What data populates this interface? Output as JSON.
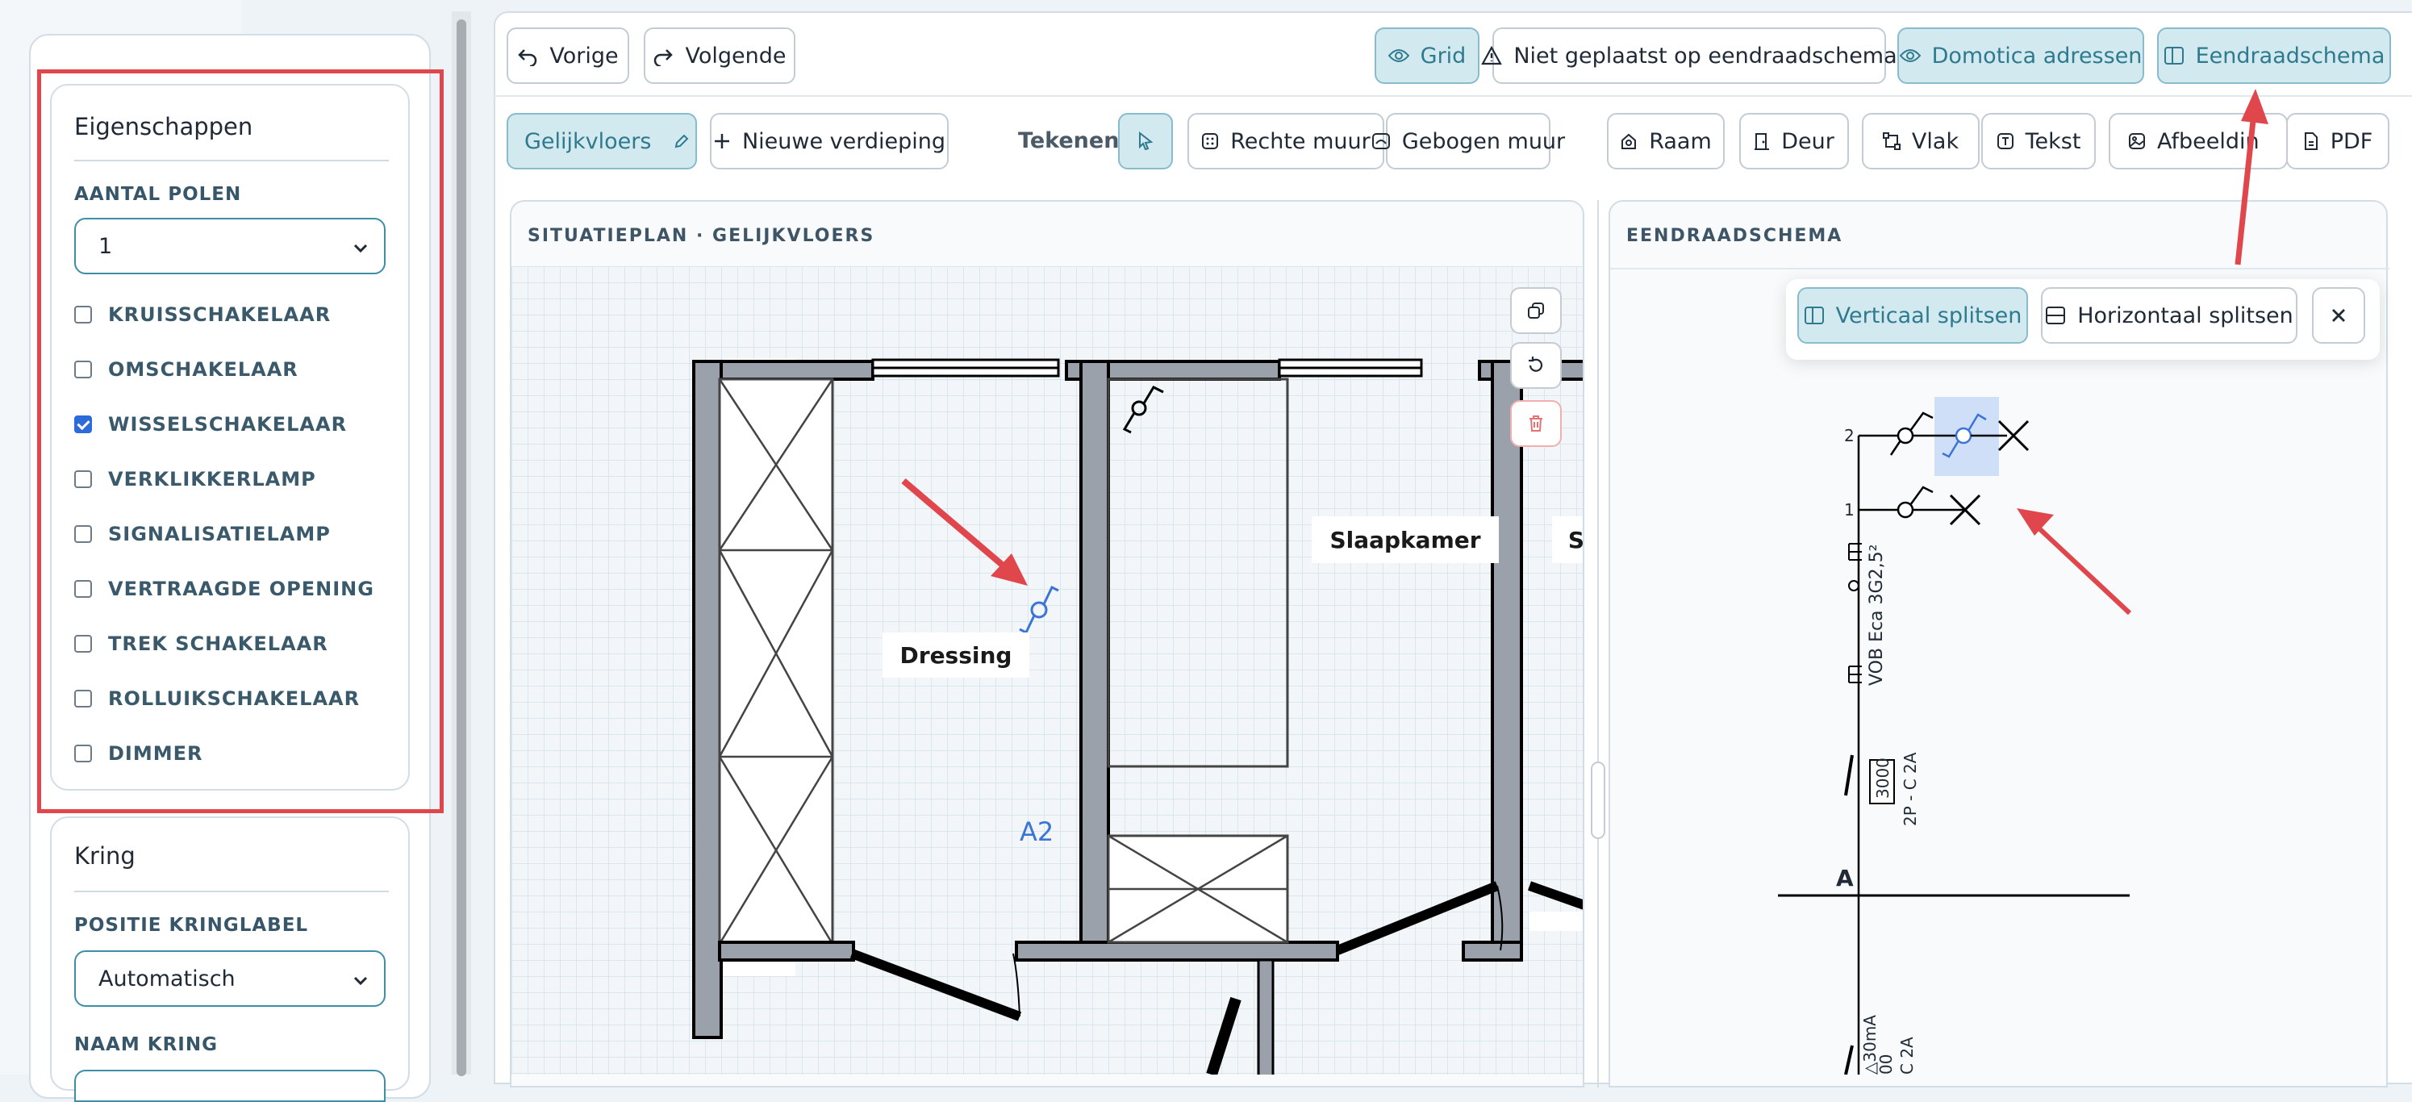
{
  "sidebar": {
    "properties": {
      "title": "Eigenschappen",
      "poles_label": "AANTAL POLEN",
      "poles_value": "1",
      "checkboxes": [
        {
          "label": "KRUISSCHAKELAAR",
          "checked": false
        },
        {
          "label": "OMSCHAKELAAR",
          "checked": false
        },
        {
          "label": "WISSELSCHAKELAAR",
          "checked": true
        },
        {
          "label": "VERKLIKKERLAMP",
          "checked": false
        },
        {
          "label": "SIGNALISATIELAMP",
          "checked": false
        },
        {
          "label": "VERTRAAGDE OPENING",
          "checked": false
        },
        {
          "label": "TREK SCHAKELAAR",
          "checked": false
        },
        {
          "label": "ROLLUIKSCHAKELAAR",
          "checked": false
        },
        {
          "label": "DIMMER",
          "checked": false
        }
      ]
    },
    "circuit": {
      "title": "Kring",
      "label_position_label": "POSITIE KRINGLABEL",
      "label_position_value": "Automatisch",
      "name_label": "NAAM KRING"
    }
  },
  "toolbar": {
    "prev": "Vorige",
    "next": "Volgende",
    "grid": "Grid",
    "not_placed": "Niet geplaatst op eendraadschema",
    "domotics": "Domotica adressen",
    "single_line": "Eendraadschema"
  },
  "toolbar2": {
    "floor": "Gelijkvloers",
    "new_floor": "Nieuwe verdieping",
    "draw_label": "Tekenen:",
    "tools": [
      "Rechte muur",
      "Gebogen muur",
      "Raam",
      "Deur",
      "Vlak",
      "Tekst",
      "Afbeeldin",
      "PDF"
    ]
  },
  "plan": {
    "title": "SITUATIEPLAN · GELIJKVLOERS",
    "rooms": [
      "Dressing",
      "Slaapkamer",
      "S"
    ],
    "symbol_label": "A2"
  },
  "schema": {
    "title": "EENDRAADSCHEMA",
    "split_vertical": "Verticaal splitsen",
    "split_horizontal": "Horizontaal splitsen",
    "line2": "2",
    "line1": "1",
    "cable": "VOB Eca 3G2,5²",
    "breaker_value": "3000",
    "breaker_rating": "2P - C 2A",
    "bus": "A",
    "rcd_ma": "△30mA",
    "rcd_val": "00",
    "rcd_rating": "C 2A"
  },
  "colors": {
    "accent": "#3d8fa6",
    "highlight": "#e53e3e",
    "symbol": "#3b74d6"
  }
}
